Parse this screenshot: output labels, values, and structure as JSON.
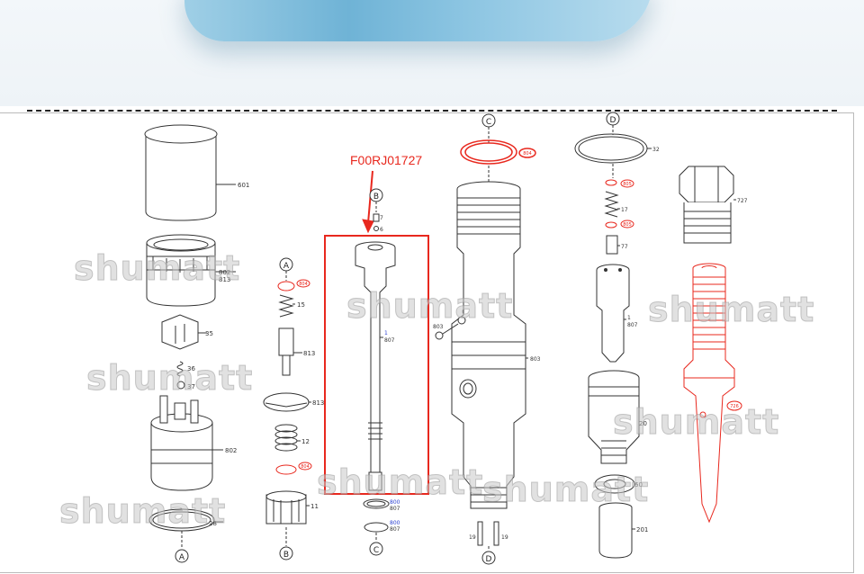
{
  "part_code": "F00RJ01727",
  "watermark": "shumatt",
  "circle_labels": {
    "a": "A",
    "b": "B",
    "c": "C",
    "d": "D"
  },
  "labels": {
    "l601": "601",
    "l802": "802",
    "l813": "813",
    "l35": "35",
    "l36": "36",
    "l37": "37",
    "l802b": "802",
    "l28": "28",
    "l804a": "804",
    "l15": "15",
    "l813b": "813",
    "l813c": "813",
    "l12": "12",
    "l804b": "804",
    "l11": "11",
    "l7": "7",
    "l6": "6",
    "l1": "1",
    "l807": "807",
    "l800": "800",
    "l807b": "807",
    "l800b": "800",
    "l807c": "807",
    "l804c": "804",
    "l803": "803",
    "l803b": "803",
    "l19": "19",
    "l19b": "19",
    "l32": "32",
    "l805": "805",
    "l17": "17",
    "l805b": "805",
    "l77": "77",
    "l1b": "1",
    "l807d": "807",
    "l20": "20",
    "l60": "60",
    "l201": "201",
    "l727": "727",
    "l726": "726"
  },
  "colors": {
    "red": "#e8281e",
    "line": "#333333",
    "blue": "#2a3fd0"
  }
}
